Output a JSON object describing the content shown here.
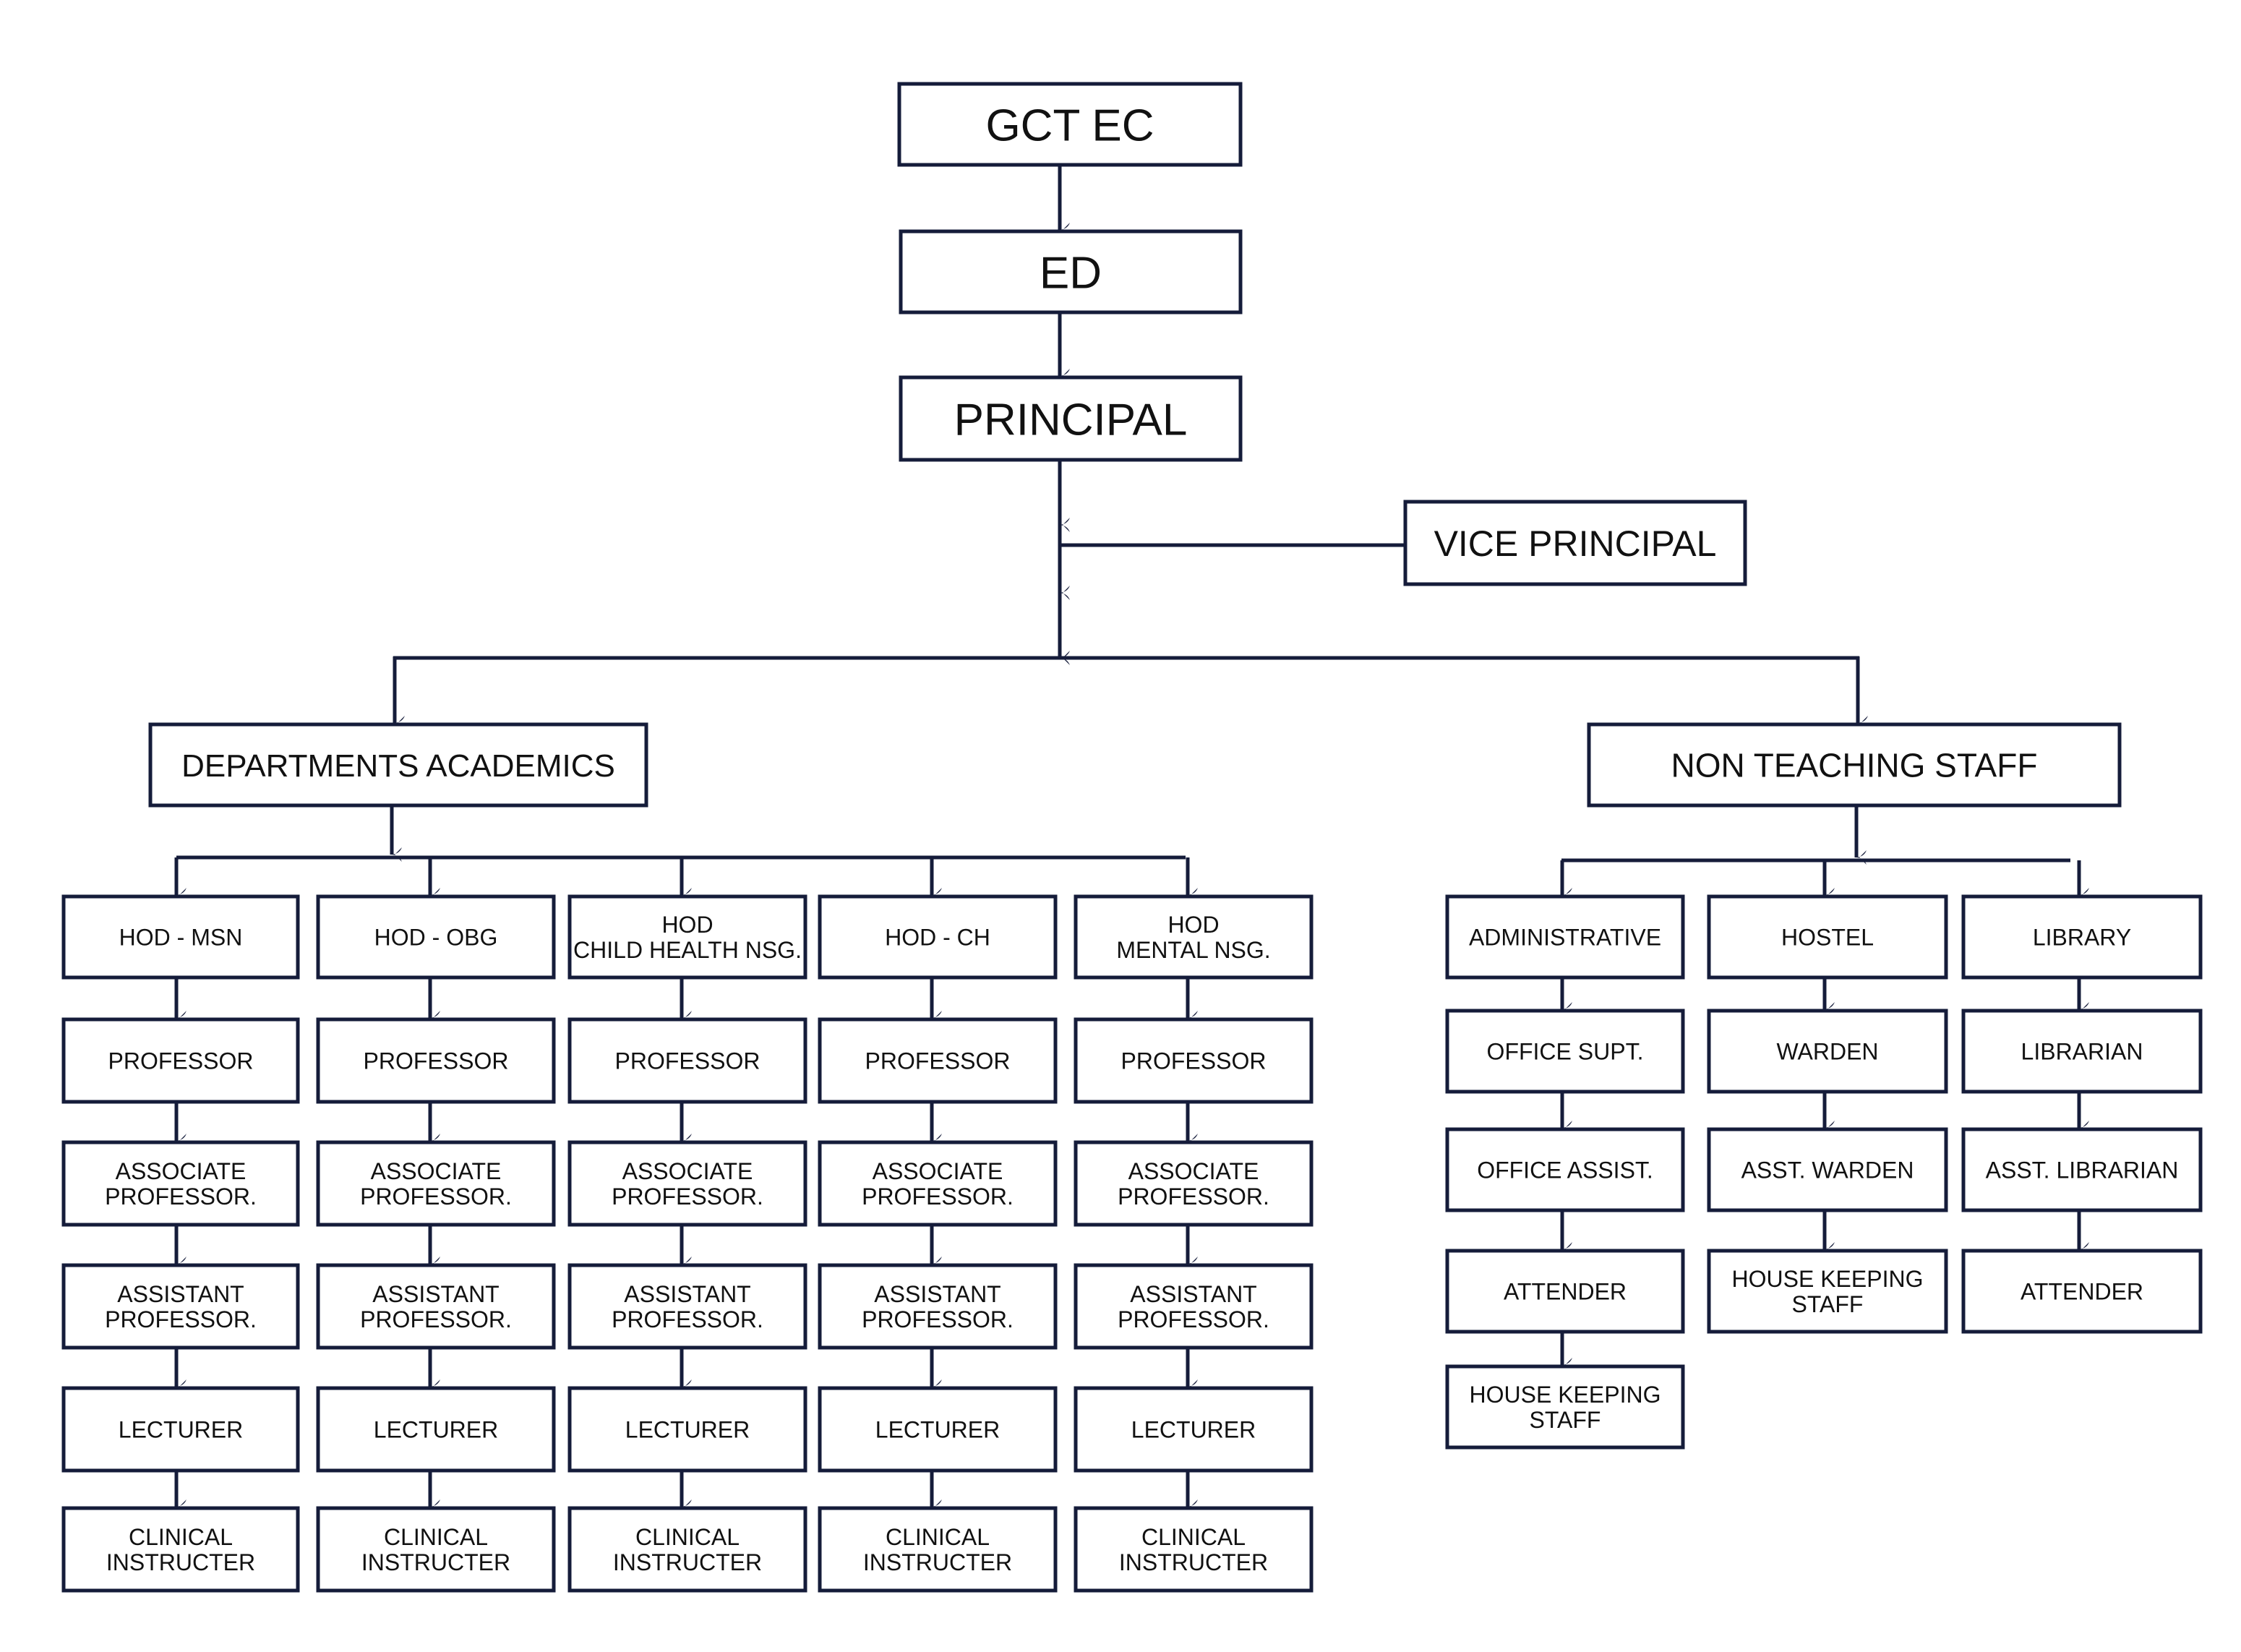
{
  "colors": {
    "line": "#151c3a",
    "text": "#111111",
    "background": "#ffffff"
  },
  "top": {
    "gct_ec": "GCT EC",
    "ed": "ED",
    "principal": "PRINCIPAL",
    "vice_principal": "VICE PRINCIPAL"
  },
  "branches": {
    "academics": "DEPARTMENTS ACADEMICS",
    "non_teaching": "NON TEACHING STAFF"
  },
  "departments": [
    {
      "hod": [
        "HOD - MSN"
      ],
      "roles": [
        [
          "PROFESSOR"
        ],
        [
          "ASSOCIATE",
          "PROFESSOR."
        ],
        [
          "ASSISTANT",
          "PROFESSOR."
        ],
        [
          "LECTURER"
        ],
        [
          "CLINICAL",
          "INSTRUCTER"
        ]
      ]
    },
    {
      "hod": [
        "HOD - OBG"
      ],
      "roles": [
        [
          "PROFESSOR"
        ],
        [
          "ASSOCIATE",
          "PROFESSOR."
        ],
        [
          "ASSISTANT",
          "PROFESSOR."
        ],
        [
          "LECTURER"
        ],
        [
          "CLINICAL",
          "INSTRUCTER"
        ]
      ]
    },
    {
      "hod": [
        "HOD",
        "CHILD HEALTH NSG."
      ],
      "roles": [
        [
          "PROFESSOR"
        ],
        [
          "ASSOCIATE",
          "PROFESSOR."
        ],
        [
          "ASSISTANT",
          "PROFESSOR."
        ],
        [
          "LECTURER"
        ],
        [
          "CLINICAL",
          "INSTRUCTER"
        ]
      ]
    },
    {
      "hod": [
        "HOD - CH"
      ],
      "roles": [
        [
          "PROFESSOR"
        ],
        [
          "ASSOCIATE",
          "PROFESSOR."
        ],
        [
          "ASSISTANT",
          "PROFESSOR."
        ],
        [
          "LECTURER"
        ],
        [
          "CLINICAL",
          "INSTRUCTER"
        ]
      ]
    },
    {
      "hod": [
        "HOD",
        "MENTAL NSG."
      ],
      "roles": [
        [
          "PROFESSOR"
        ],
        [
          "ASSOCIATE",
          "PROFESSOR."
        ],
        [
          "ASSISTANT",
          "PROFESSOR."
        ],
        [
          "LECTURER"
        ],
        [
          "CLINICAL",
          "INSTRUCTER"
        ]
      ]
    }
  ],
  "non_teaching_units": [
    {
      "head": [
        "ADMINISTRATIVE"
      ],
      "roles": [
        [
          "OFFICE SUPT."
        ],
        [
          "OFFICE ASSIST."
        ],
        [
          "ATTENDER"
        ],
        [
          "HOUSE KEEPING",
          "STAFF"
        ]
      ]
    },
    {
      "head": [
        "HOSTEL"
      ],
      "roles": [
        [
          "WARDEN"
        ],
        [
          "ASST. WARDEN"
        ],
        [
          "HOUSE KEEPING",
          "STAFF"
        ]
      ]
    },
    {
      "head": [
        "LIBRARY"
      ],
      "roles": [
        [
          "LIBRARIAN"
        ],
        [
          "ASST. LIBRARIAN"
        ],
        [
          "ATTENDER"
        ]
      ]
    }
  ]
}
